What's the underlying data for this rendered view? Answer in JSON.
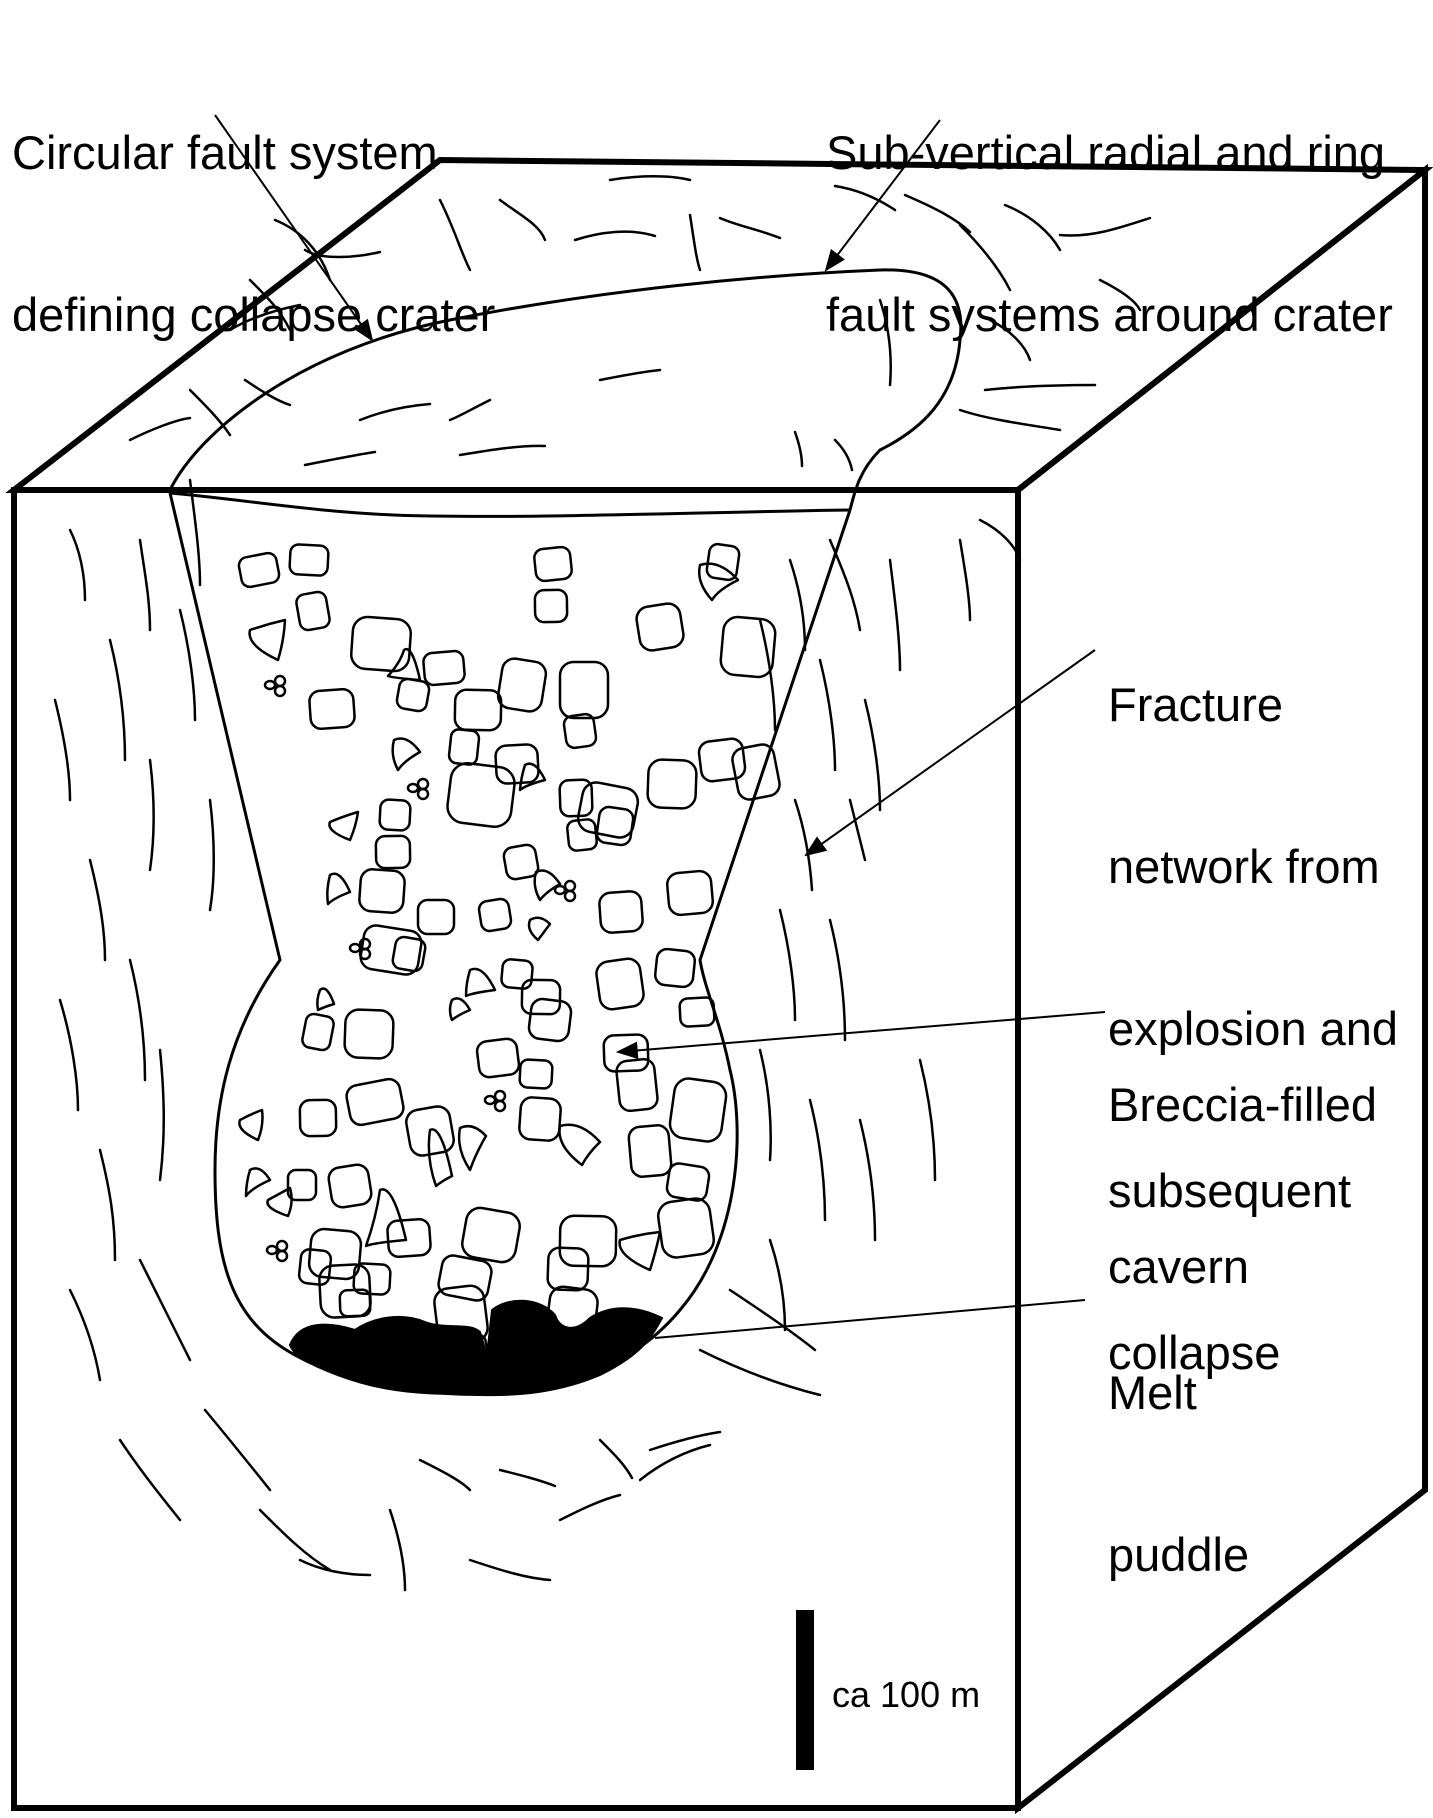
{
  "labels": {
    "circular_fault": [
      "Circular fault system",
      "defining collapse crater"
    ],
    "subvertical_faults": [
      "Sub-vertical radial and ring",
      "fault systems around crater"
    ],
    "fracture_network": [
      "Fracture",
      "network from",
      "explosion and",
      "subsequent",
      "collapse"
    ],
    "breccia": [
      "Breccia-filled",
      "cavern"
    ],
    "melt": [
      "Melt",
      "puddle"
    ],
    "scale": "ca 100 m"
  },
  "colors": {
    "stroke": "#000000",
    "background": "#ffffff",
    "melt_fill": "#000000"
  }
}
